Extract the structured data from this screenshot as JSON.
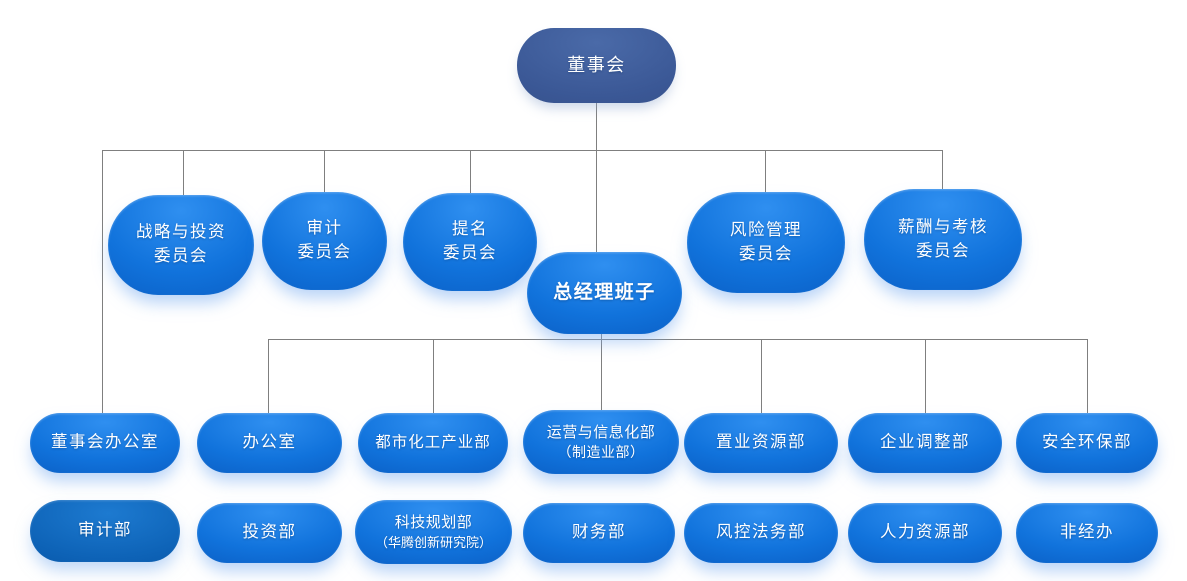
{
  "diagram": {
    "type": "org-chart",
    "colors": {
      "bright_blue": "#0E6FD6",
      "navy_blue": "#3A5795",
      "steel_blue": "#0D62B6",
      "connector_gray": "#7F7F7F",
      "text_white": "#FFFFFF"
    },
    "nodes": {
      "board": {
        "label": "董事会"
      },
      "strategy_committee": {
        "line1": "战略与投资",
        "line2": "委员会"
      },
      "audit_committee": {
        "line1": "审计",
        "line2": "委员会"
      },
      "nomination_committee": {
        "line1": "提名",
        "line2": "委员会"
      },
      "risk_committee": {
        "line1": "风险管理",
        "line2": "委员会"
      },
      "compensation_committee": {
        "line1": "薪酬与考核",
        "line2": "委员会"
      },
      "gm_team": {
        "label": "总经理班子"
      },
      "board_office": {
        "label": "董事会办公室"
      },
      "general_office": {
        "label": "办公室"
      },
      "urban_chemical_dept": {
        "label": "都市化工产业部"
      },
      "operations_dept": {
        "line1": "运营与信息化部",
        "line2": "（制造业部）"
      },
      "realty_resources_dept": {
        "label": "置业资源部"
      },
      "enterprise_adjustment_dept": {
        "label": "企业调整部"
      },
      "safety_env_dept": {
        "label": "安全环保部"
      },
      "audit_dept": {
        "label": "审计部"
      },
      "investment_dept": {
        "label": "投资部"
      },
      "tech_planning_dept": {
        "line1": "科技规划部",
        "line2": "（华腾创新研究院）"
      },
      "finance_dept": {
        "label": "财务部"
      },
      "risk_legal_dept": {
        "label": "风控法务部"
      },
      "hr_dept": {
        "label": "人力资源部"
      },
      "non_operating_office": {
        "label": "非经办"
      }
    }
  }
}
